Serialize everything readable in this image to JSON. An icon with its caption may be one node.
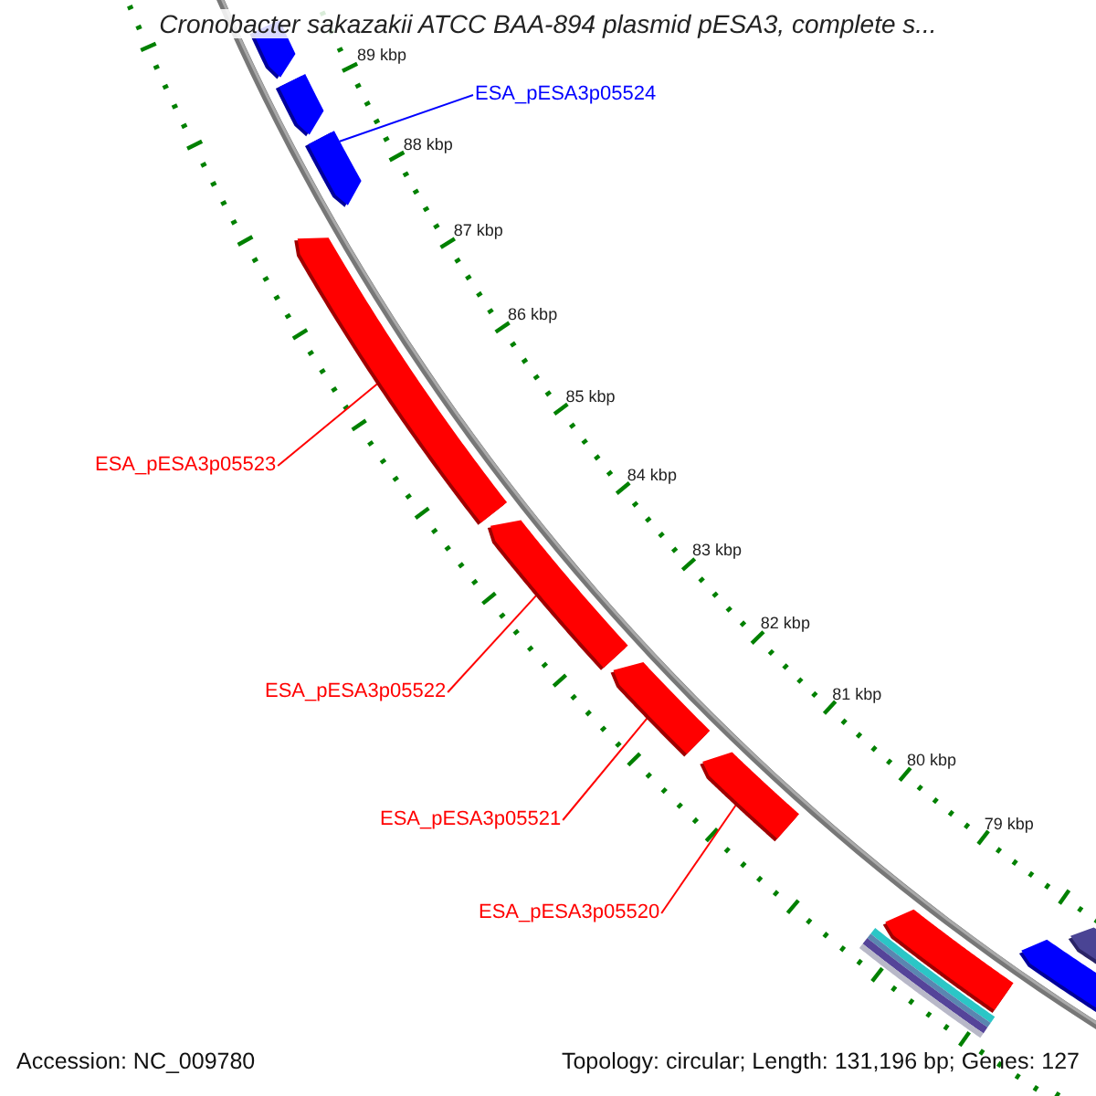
{
  "diagram": {
    "title": "Cronobacter sakazakii ATCC BAA-894 plasmid pESA3, complete s...",
    "nodes": [
      {
        "text": [
          "ESA_pESA3p05524"
        ]
      },
      {
        "text": [],
        "shape": "arrow"
      },
      {
        "text": [
          "ESA_pESA3p05523"
        ]
      },
      {
        "text": [],
        "shape": "arrow"
      },
      {
        "text": [
          "ESA_pESA3p05522"
        ]
      },
      {
        "text": [],
        "shape": "arrow"
      },
      {
        "text": [
          "ESA_pESA3p05521"
        ]
      },
      {
        "text": [],
        "shape": "arrow"
      },
      {
        "text": [
          "ESA_pESA3p05520"
        ]
      },
      {
        "text": [],
        "shape": "arrow"
      }
    ],
    "edges": [
      {
        "from": 0,
        "to": 1,
        "arrow": "none",
        "color": "#0000ff"
      },
      {
        "from": 2,
        "to": 3,
        "arrow": "none"
      },
      {
        "from": 4,
        "to": 5,
        "arrow": "none"
      },
      {
        "from": 6,
        "to": 7,
        "arrow": "none"
      },
      {
        "from": 8,
        "to": 9,
        "arrow": "none"
      }
    ],
    "labels": [
      "89 kbp",
      "88 kbp",
      "87 kbp",
      "86 kbp",
      "85 kbp",
      "84 kbp",
      "83 kbp",
      "82 kbp",
      "81 kbp",
      "80 kbp",
      "79 kbp",
      "Accession: NC_009780",
      "Topology: circular; Length: 131,196 bp; Genes: 127"
    ]
  }
}
